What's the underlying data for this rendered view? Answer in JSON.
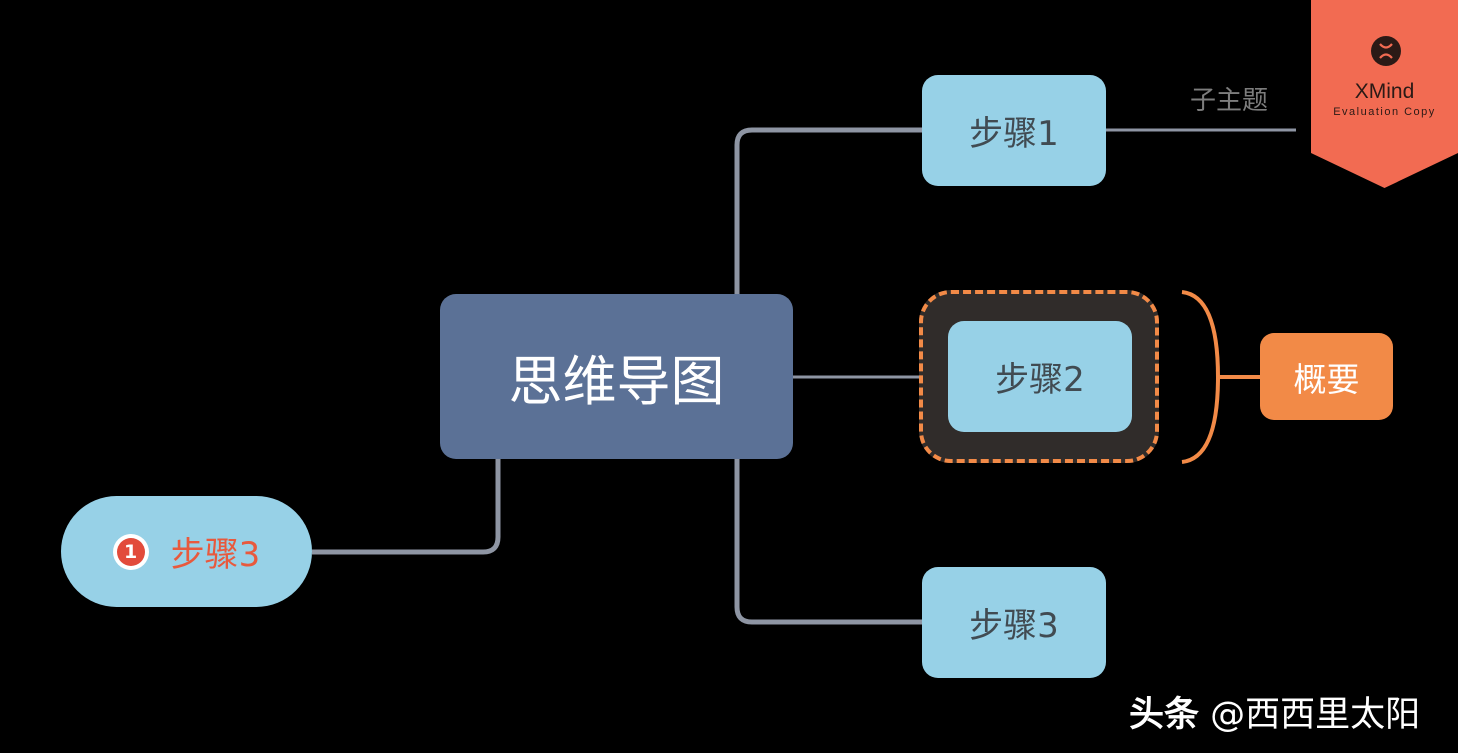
{
  "central_topic": {
    "label": "思维导图",
    "color": "#5b7196"
  },
  "main_topics": [
    {
      "label": "步骤1"
    },
    {
      "label": "步骤2"
    },
    {
      "label": "步骤3"
    }
  ],
  "subtopic_label": "子主题",
  "floating_topic": {
    "label": "步骤3",
    "marker": "1",
    "marker_name": "priority-1-icon"
  },
  "summary": {
    "label": "概要",
    "color": "#f28a47"
  },
  "watermark": {
    "brand": "XMind",
    "note": "Evaluation Copy",
    "color": "#f26b52"
  },
  "credit": {
    "platform": "头条",
    "handle": "@西西里太阳"
  },
  "colors": {
    "topic_fill": "#97d1e7",
    "line": "#8e95a3",
    "background": "#000000"
  }
}
